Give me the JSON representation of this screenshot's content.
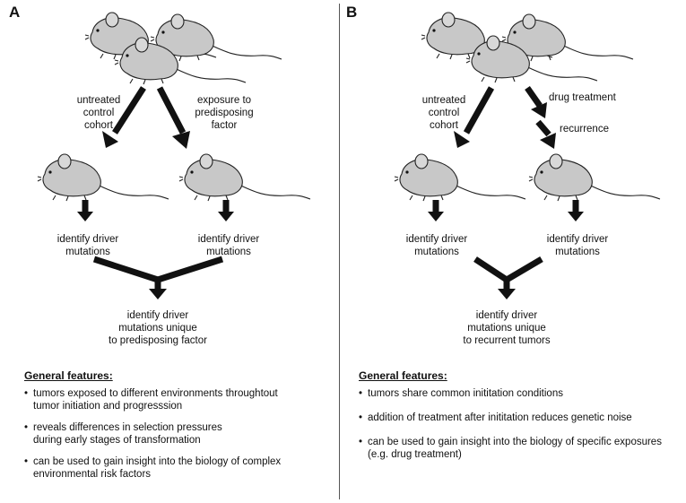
{
  "panel_a": {
    "letter": "A",
    "left_branch": [
      "untreated",
      "control",
      "cohort"
    ],
    "right_branch": [
      "exposure to",
      "predisposing",
      "factor"
    ],
    "identify_left": [
      "identify driver",
      "mutations"
    ],
    "identify_right": [
      "identify driver",
      "mutations"
    ],
    "result": [
      "identify driver",
      "mutations unique",
      "to predisposing factor"
    ],
    "features_title": "General features:",
    "features": [
      [
        "tumors exposed to different environments throughtout",
        "tumor initiation and progresssion"
      ],
      [
        "reveals differences in selection pressures",
        "during early stages of transformation"
      ],
      [
        "can be used to gain insight into the biology of complex",
        "environmental risk factors"
      ]
    ]
  },
  "panel_b": {
    "letter": "B",
    "left_branch": [
      "untreated",
      "control",
      "cohort"
    ],
    "drug_label": "drug treatment",
    "recurrence_label": "recurrence",
    "identify_left": [
      "identify driver",
      "mutations"
    ],
    "identify_right": [
      "identify driver",
      "mutations"
    ],
    "result": [
      "identify driver",
      "mutations unique",
      "to recurrent tumors"
    ],
    "features_title": "General features:",
    "features": [
      [
        "tumors share common inititation conditions"
      ],
      [
        "addition of treatment after inititation reduces genetic noise"
      ],
      [
        "can be used to gain insight into the biology of specific exposures",
        "(e.g. drug treatment)"
      ]
    ]
  },
  "colors": {
    "mouse_fill": "#c8c8c8",
    "line": "#111111"
  },
  "icons": [
    "mouse-icon",
    "arrow-down-icon",
    "merge-arrow-icon"
  ]
}
